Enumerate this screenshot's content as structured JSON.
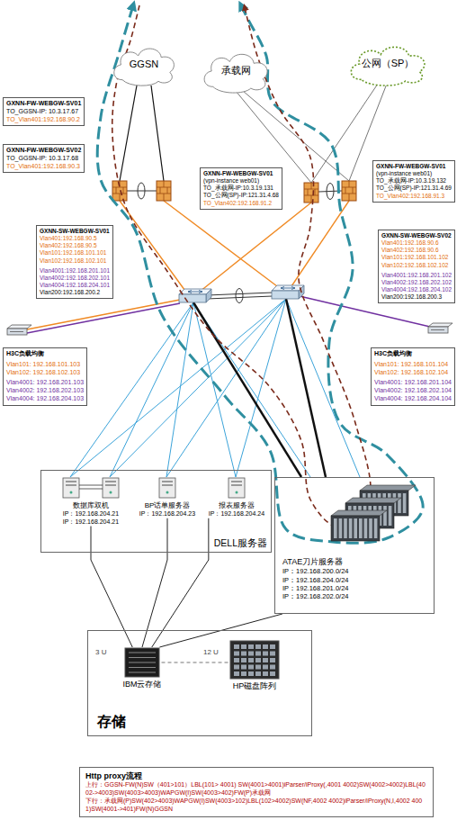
{
  "diagram": {
    "nodes": [
      {
        "text": [
          "GGSN"
        ]
      },
      {
        "text": [
          "承载网"
        ]
      },
      {
        "text": [
          "公网（SP）"
        ]
      },
      {
        "text": [
          "GXNN-FW-WEBGW-SV01",
          "TO_GGSN-IP: 10.3.17.67",
          "TO_Vlan401:192.168.90.2"
        ]
      },
      {
        "text": [
          "GXNN-FW-WEBGW-SV02",
          "TO_GGSN-IP: 10.3.17.68",
          "TO_Vlan401:192.168.90.3"
        ]
      },
      {
        "text": [
          "GXNN-FW-WEBGW-SV01",
          "(vpn-instance web01)",
          "TO_承载网-IP:10.3.19.131",
          "TO_公网(SP)-IP:121.31.4.68",
          "TO_Vlan402:192.168.91.2"
        ]
      },
      {
        "text": [
          "GXNN-FW-WEBGW-SV01",
          "(vpn-instance web01)",
          "TO_承载网-IP:10.3.19.132",
          "TO_公网(SP)-IP:121.31.4.69",
          "TO_Vlan402:192.168.91.3"
        ]
      },
      {
        "text": [
          "GXNN-SW-WEBGW-SV01",
          "Vlan401:192.168.90.5",
          "Vlan402:192.168.90.5",
          "Vlan101:192.168.101.101",
          "Vlan102:192.168.102.101",
          "Vlan4001:192.168.201.101",
          "Vlan4002:192.168.202.101",
          "Vlan4004:192.168.204.101",
          "Vlan200:192.168.200.2"
        ]
      },
      {
        "text": [
          "GXNN-SW-WEBGW-SV02",
          "Vlan401:192.168.90.6",
          "Vlan402:192.168.90.6",
          "Vlan101:192.168.101.102",
          "Vlan102:192.168.102.102",
          "Vlan4001:192.168.201.102",
          "Vlan4002:192.168.202.102",
          "Vlan4004:192.168.204.102",
          "Vlan200:192.168.200.3"
        ]
      },
      {
        "text": [
          "H3C负载均衡",
          "Vlan101: 192.168.101.103",
          "Vlan102: 192.168.102.103",
          "Vlan4001: 192.168.201.103",
          "Vlan4002: 192.168.202.103",
          "Vlan4004: 192.168.204.103"
        ]
      },
      {
        "text": [
          "H3C负载均衡",
          "Vlan101: 192.168.101.104",
          "Vlan102: 192.168.102.104",
          "Vlan4001: 192.168.201.104",
          "Vlan4002: 192.168.202.104",
          "Vlan4004: 192.168.204.104"
        ]
      },
      {
        "text": [
          "DELL服务器"
        ]
      },
      {
        "text": [
          "数据库双机",
          "IP：192.168.204.21",
          "IP：192.168.204.21"
        ],
        "in": 11
      },
      {
        "text": [
          "BP话单服务器",
          "IP：192.168.204.23"
        ],
        "in": 11
      },
      {
        "text": [
          "报表服务器",
          "IP：192.168.204.24"
        ],
        "in": 11
      },
      {
        "text": [
          "ATAE刀片服务器",
          "IP：192.168.200.0/24",
          "IP：192.168.204.0/24",
          "IP：192.168.201.0/24",
          "IP：192.168.202.0/24"
        ]
      },
      {
        "text": [
          "存储"
        ]
      },
      {
        "text": [
          "IBM云存储"
        ],
        "in": 16
      },
      {
        "text": [
          "HP磁盘阵列"
        ],
        "in": 16
      },
      {
        "text": [
          "Http proxy流程",
          "上行：GGSN-FW(N)SW（401>101）LBL(101> 4001) SW(4001>4001)iParser/iProxy(,4001 4002)SW(4002>4002)LBL(4002->4003)SW(4003>4003)WAPGW(I)SW(4003>402)FW(P)承载网",
          "下行：承载网(P)SW(402>4003)WAPGW(I)SW(4003>102)LBL(102>4002)SW(NF,4002 4002)iParser/iProxy(N,I,4002 4001)SW(4001->401)FW(N)GGSN"
        ]
      }
    ],
    "edges": [
      {
        "from": 12,
        "to": 17,
        "arrow": "none"
      },
      {
        "from": 13,
        "to": 17,
        "arrow": "none"
      },
      {
        "from": 14,
        "to": 17,
        "arrow": "none"
      },
      {
        "from": 15,
        "to": 17,
        "arrow": "none"
      },
      {
        "from": 17,
        "to": 18,
        "arrow": "none"
      }
    ],
    "labels": [
      "3 U",
      "12 U"
    ]
  }
}
